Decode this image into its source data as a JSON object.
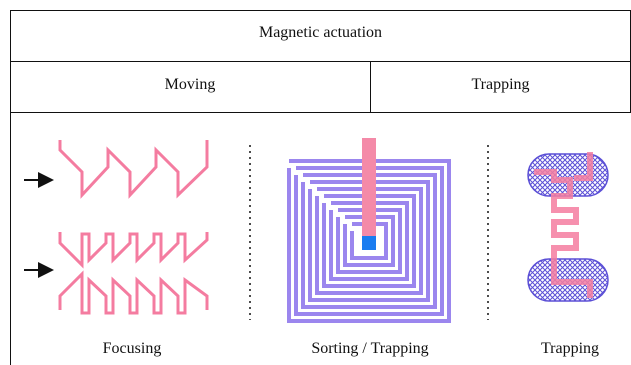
{
  "header": {
    "title": "Magnetic actuation"
  },
  "categories": {
    "left": "Moving",
    "right": "Trapping"
  },
  "panels": {
    "focusing": {
      "caption": "Focusing"
    },
    "sorting": {
      "caption": "Sorting / Trapping"
    },
    "trapping": {
      "caption": "Trapping"
    }
  },
  "colors": {
    "pink": "#f47ca0",
    "pink_bar": "#f48aa8",
    "blue_spiral": "#9b86ee",
    "blue_center": "#1a7cf0",
    "hatch": "#5b4fd6"
  }
}
